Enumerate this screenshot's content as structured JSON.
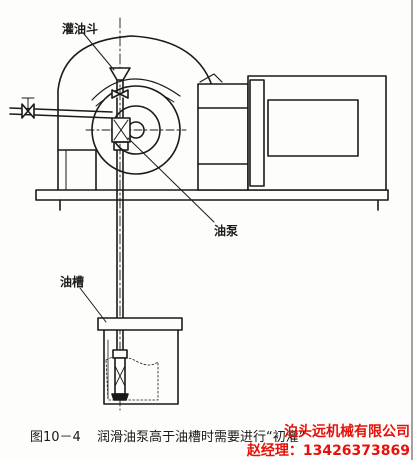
{
  "labels": {
    "oil_funnel": "灌油斗",
    "oil_pump": "油泵",
    "oil_tank": "油槽"
  },
  "caption": {
    "number": "图10－4",
    "text": "润滑油泵高于油槽时需要进行“初灌”"
  },
  "watermark": {
    "company": "泊头远机械有限公司",
    "contact": "赵经理：13426373869",
    "color": "#e5120b"
  },
  "colors": {
    "ink": "#1a1a1a",
    "paper": "#fdfdfb"
  }
}
